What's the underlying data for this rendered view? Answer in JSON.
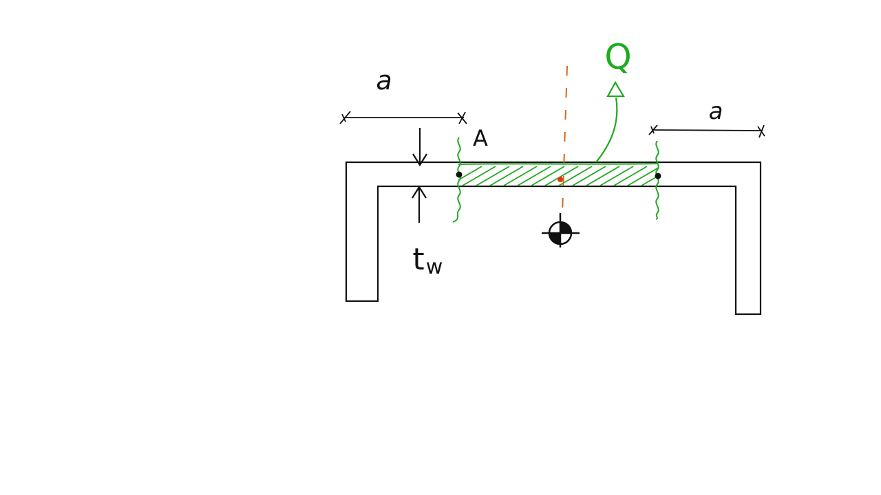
{
  "labels": {
    "dim_left": "a",
    "dim_right": "a",
    "point": "A",
    "thickness_main": "t",
    "thickness_sub": "w",
    "first_moment": "Q"
  },
  "colors": {
    "background": "#ffffff",
    "outline": "#111111",
    "highlight": "#1faa1f",
    "centerline": "#d2691e",
    "centroid_dot": "#e03a12"
  },
  "icons": {
    "centroid": "centroid-symbol-icon",
    "arrow": "arrow-icon"
  }
}
